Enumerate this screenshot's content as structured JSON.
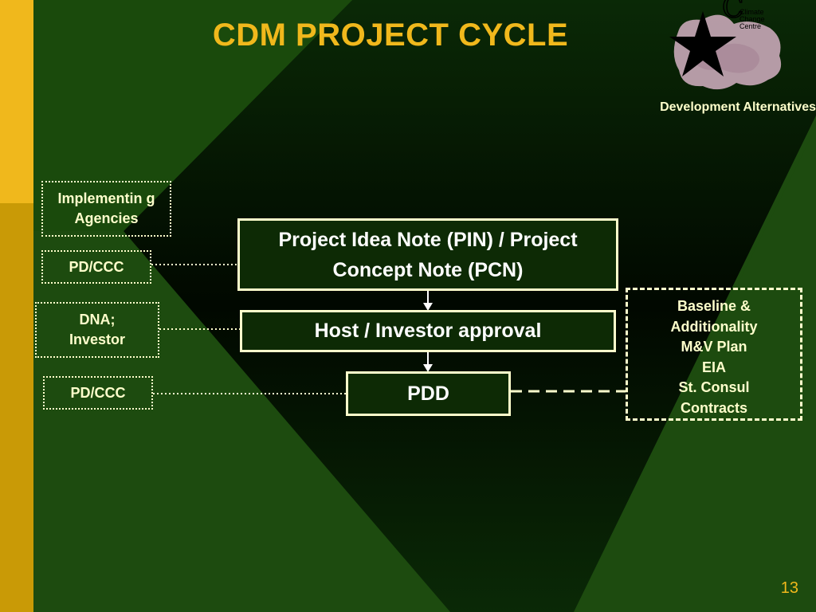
{
  "slide": {
    "title": "CDM PROJECT CYCLE",
    "organization": "Development Alternatives",
    "page_number": "13"
  },
  "logo": {
    "text_lines": [
      "Climate",
      "Change",
      "Centre"
    ]
  },
  "side_boxes": [
    {
      "label": "Implementin g Agencies"
    },
    {
      "label": "PD/CCC"
    },
    {
      "label": "DNA; Investor"
    },
    {
      "label": "PD/CCC"
    }
  ],
  "process_steps": [
    {
      "label": "Project Idea Note (PIN) / Project Concept Note (PCN)"
    },
    {
      "label": "Host / Investor approval"
    },
    {
      "label": "PDD"
    }
  ],
  "pdd_requirements": {
    "lines": [
      "Baseline &",
      "Additionality",
      "M&V Plan",
      "EIA",
      "St. Consul",
      "Contracts"
    ]
  },
  "colors": {
    "title": "#f0b81c",
    "org_name": "#ffffcc",
    "page_number": "#f0b81c",
    "left_band": "#f0b81c",
    "left_band_lower": "#cc9900",
    "box_border": "#ffffcc"
  }
}
